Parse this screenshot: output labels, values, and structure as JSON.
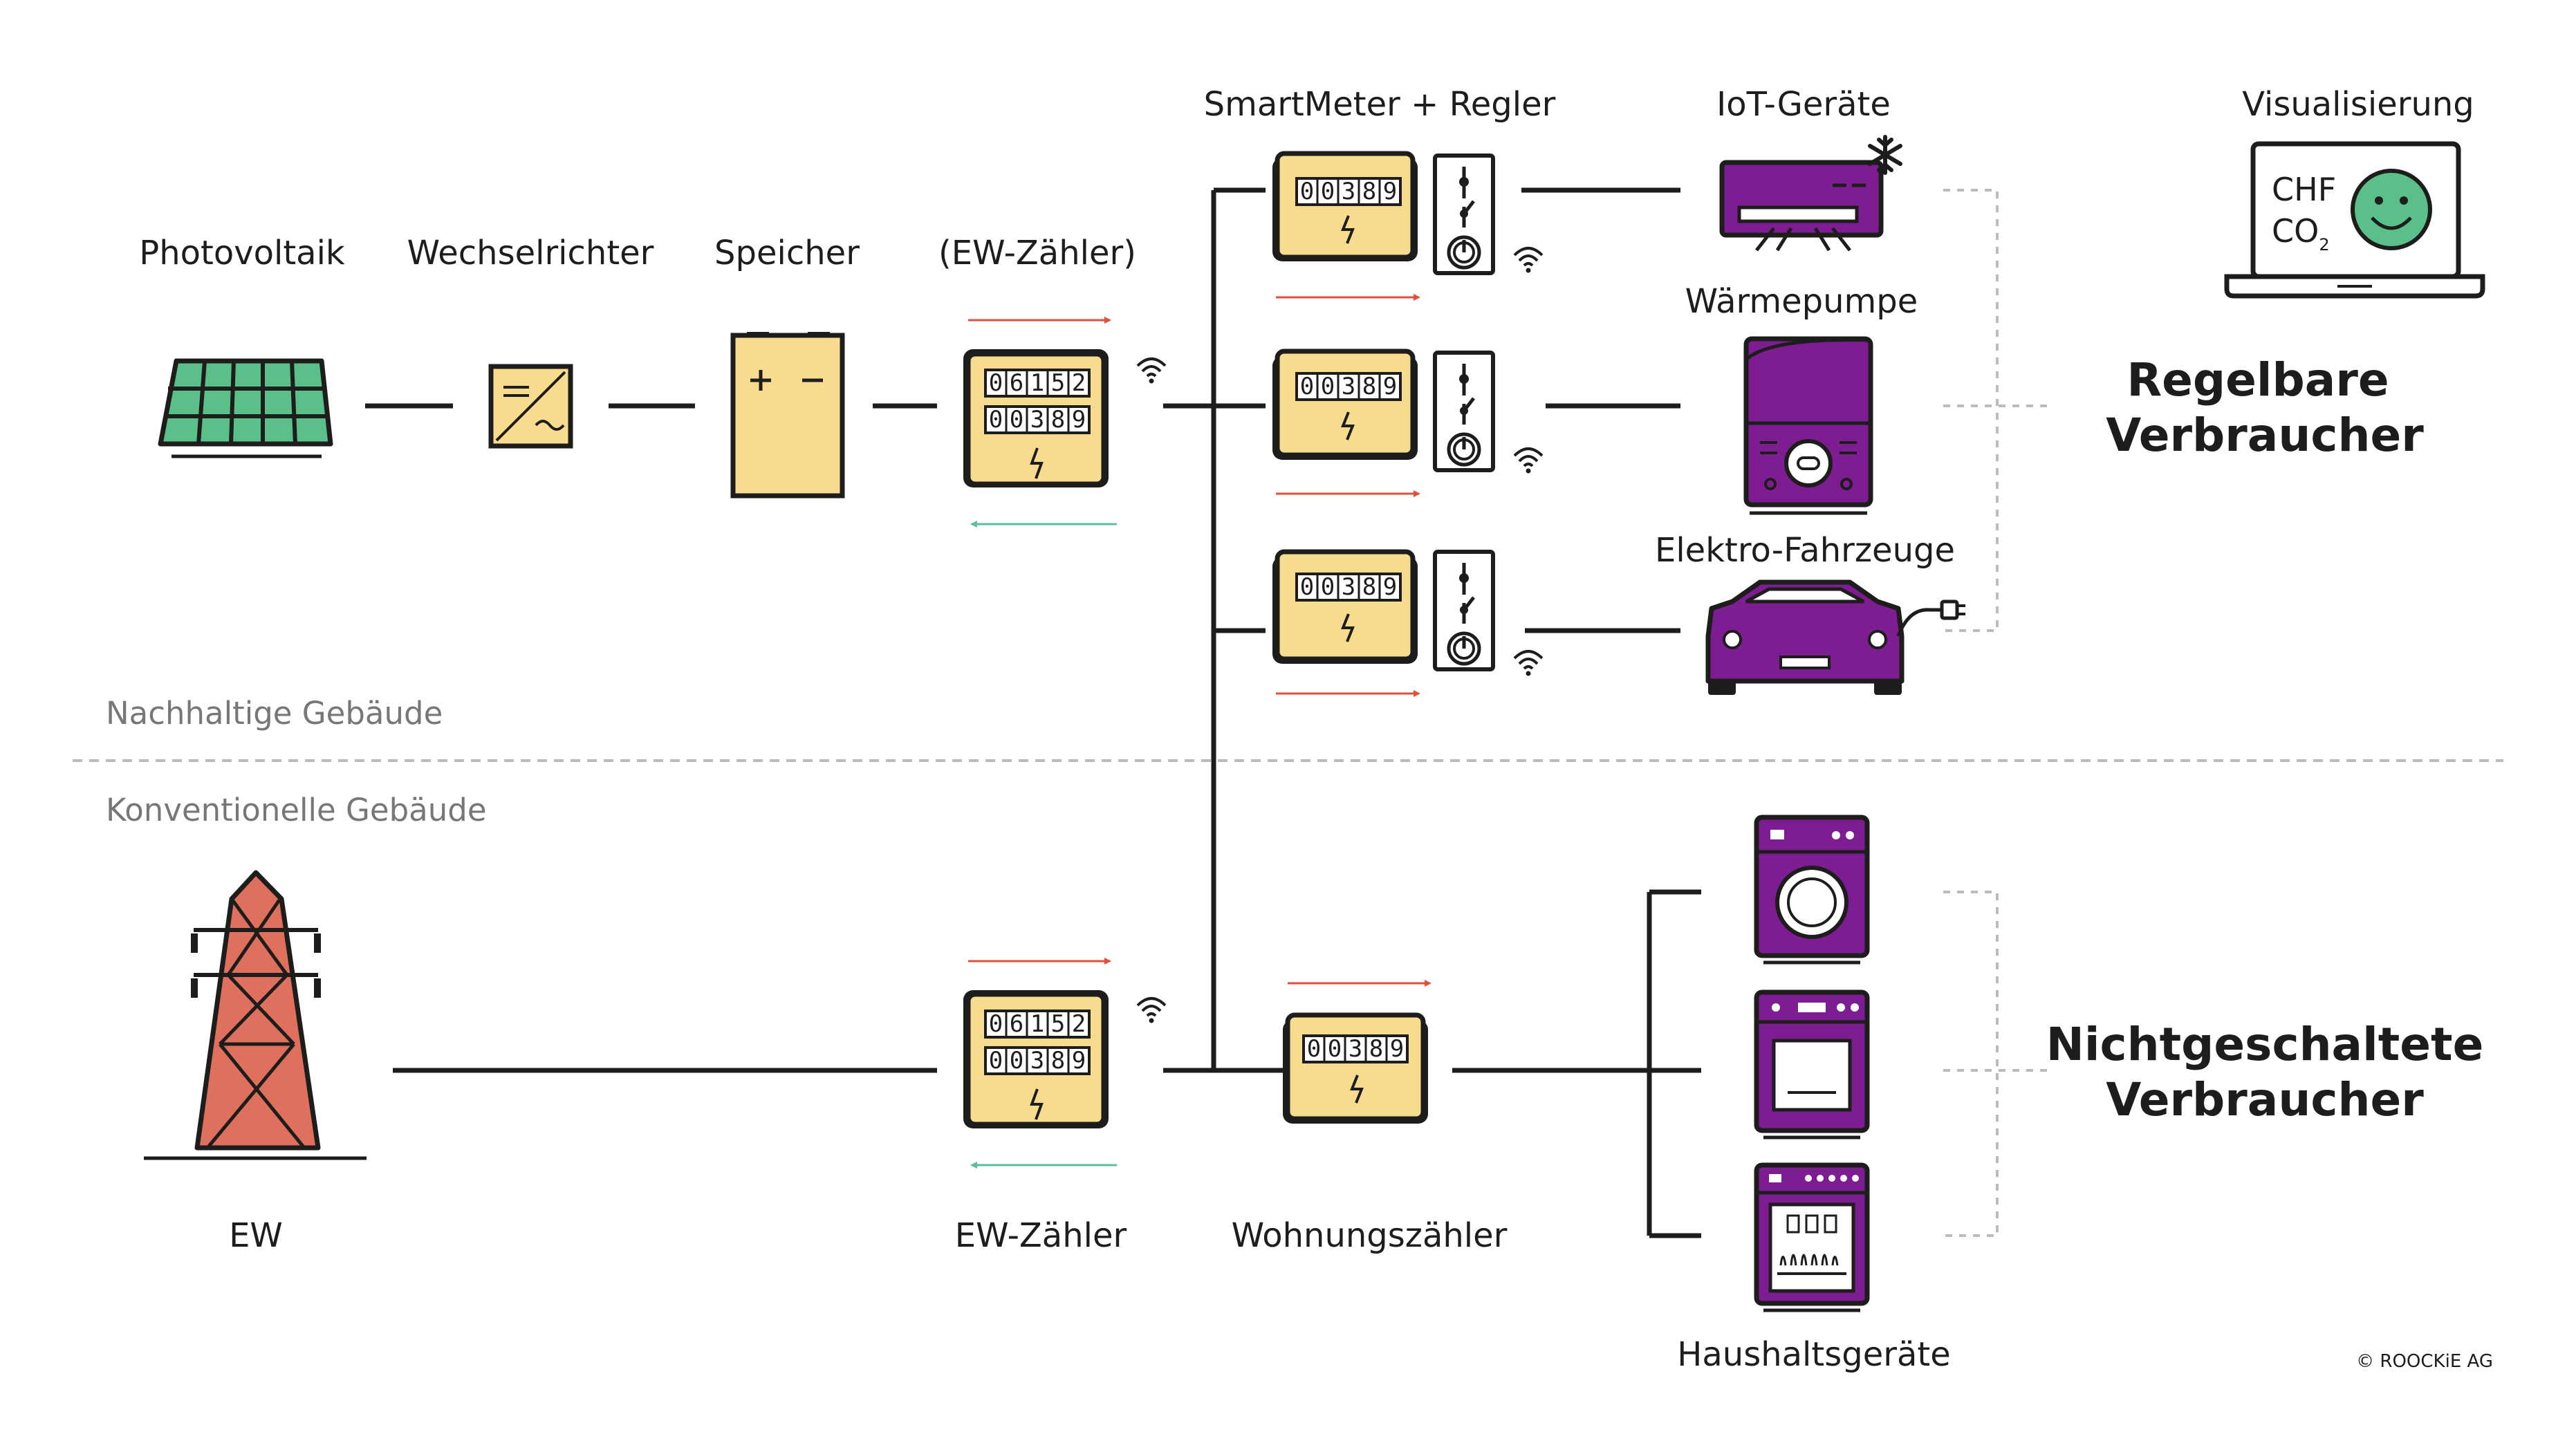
{
  "colors": {
    "ink": "#1d1d1b",
    "meter_fill": "#f7dc8f",
    "solar_green": "#5bbf8a",
    "purple": "#7d1d91",
    "tower_red": "#e0705e",
    "smiley_green": "#5bbf8a",
    "arrow_red": "#e0503c",
    "arrow_green": "#5bbf9a",
    "divider": "#bbbbbb"
  },
  "zones": {
    "sustainable": "Nachhaltige Gebäude",
    "conventional": "Konventionelle Gebäude"
  },
  "labels": {
    "photovoltaik": "Photovoltaik",
    "wechselrichter": "Wechselrichter",
    "speicher": "Speicher",
    "ew_zaehler_top": "(EW-Zähler)",
    "smartmeter": "SmartMeter + Regler",
    "iot": "IoT-Geräte",
    "waermepumpe": "Wärmepumpe",
    "elektro": "Elektro-Fahrzeuge",
    "visualisierung": "Visualisierung",
    "ew": "EW",
    "ew_zaehler_bottom": "EW-Zähler",
    "wohnungszaehler": "Wohnungszähler",
    "haushaltsgeraete": "Haushaltsgeräte"
  },
  "groups": {
    "regelbare_line1": "Regelbare",
    "regelbare_line2": "Verbraucher",
    "nicht_line1": "Nichtgeschaltete",
    "nicht_line2": "Verbraucher"
  },
  "meters": {
    "bidirectional_top": [
      "06152",
      "00389"
    ],
    "smart": "00389"
  },
  "screen": {
    "line1": "CHF",
    "line2": "CO",
    "line2_sub": "2"
  },
  "copyright": "© ROOCKiE AG",
  "icons": {
    "solar": "solar-panel-icon",
    "inverter": "inverter-icon",
    "battery": "battery-icon",
    "meter": "electricity-meter-icon",
    "switch": "switch-regulator-icon",
    "wifi": "wifi-icon",
    "ac": "air-conditioner-icon",
    "snowflake": "snowflake-icon",
    "heatpump": "heat-pump-icon",
    "car": "electric-car-icon",
    "laptop": "laptop-icon",
    "smiley": "smiley-icon",
    "tower": "power-tower-icon",
    "washer": "washing-machine-icon",
    "oven": "oven-icon",
    "dishwasher": "dishwasher-icon"
  }
}
